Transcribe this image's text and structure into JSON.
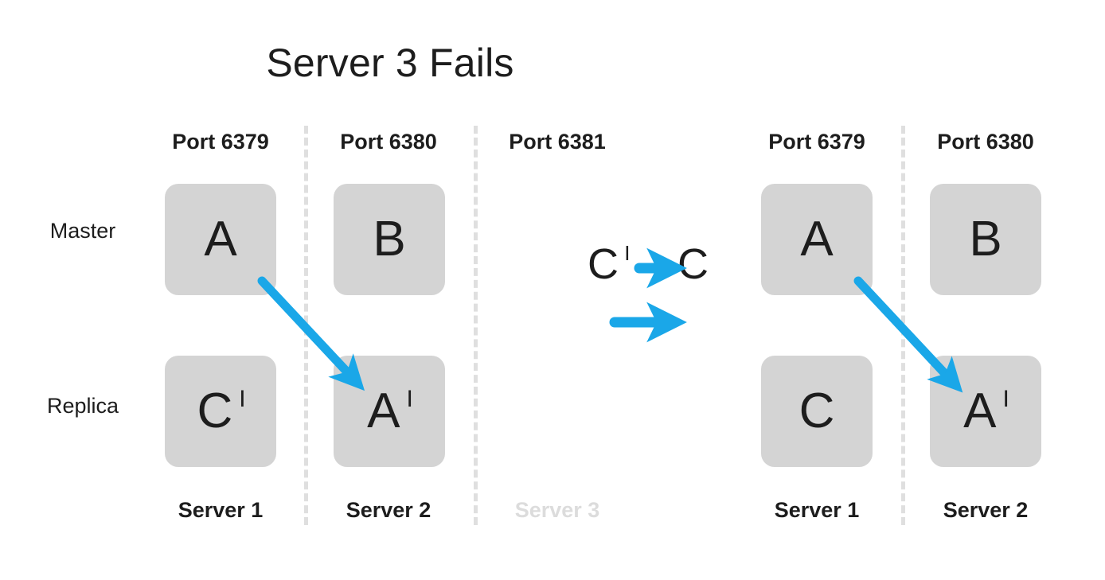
{
  "title": "Server 3 Fails",
  "colors": {
    "arrow": "#1aa7e8",
    "box_fill": "#d4d4d4",
    "text": "#1d1d1d",
    "divider": "#dfdfdf",
    "dim_text": "#dcdcdc",
    "background": "#ffffff"
  },
  "row_labels": {
    "master": "Master",
    "replica": "Replica"
  },
  "left_cluster": {
    "columns": [
      {
        "port": "Port 6379",
        "server": "Server 1",
        "server_dimmed": false,
        "master": {
          "letter": "A",
          "prime": false
        },
        "replica": {
          "letter": "C",
          "prime": true
        }
      },
      {
        "port": "Port 6380",
        "server": "Server 2",
        "server_dimmed": false,
        "master": {
          "letter": "B",
          "prime": false
        },
        "replica": {
          "letter": "A",
          "prime": true
        }
      },
      {
        "port": "Port 6381",
        "server": "Server 3",
        "server_dimmed": true,
        "master": null,
        "replica": null
      }
    ]
  },
  "right_cluster": {
    "columns": [
      {
        "port": "Port 6379",
        "server": "Server 1",
        "server_dimmed": false,
        "master": {
          "letter": "A",
          "prime": false
        },
        "replica": {
          "letter": "C",
          "prime": false
        }
      },
      {
        "port": "Port 6380",
        "server": "Server 2",
        "server_dimmed": false,
        "master": {
          "letter": "B",
          "prime": false
        },
        "replica": {
          "letter": "A",
          "prime": true
        }
      }
    ]
  },
  "transition": {
    "from_letter": "C",
    "from_prime": true,
    "to_letter": "C",
    "to_prime": false,
    "arrow_label": "promote-arrow"
  },
  "chart_data": {
    "type": "diagram",
    "title": "Server 3 Fails",
    "description": "Redis cluster failover diagram: before state (left) and after state (right), separated by a transition arrow.",
    "rows": [
      "Master",
      "Replica"
    ],
    "before": {
      "nodes": [
        {
          "server": "Server 1",
          "port": "Port 6379",
          "master": "A",
          "replica": "C'"
        },
        {
          "server": "Server 2",
          "port": "Port 6380",
          "master": "B",
          "replica": "A'"
        },
        {
          "server": "Server 3",
          "port": "Port 6381",
          "master": "",
          "replica": "",
          "failed": true
        }
      ]
    },
    "after": {
      "nodes": [
        {
          "server": "Server 1",
          "port": "Port 6379",
          "master": "A",
          "replica": "C"
        },
        {
          "server": "Server 2",
          "port": "Port 6380",
          "master": "B",
          "replica": "A'"
        }
      ]
    },
    "annotations": [
      "C' -> C"
    ],
    "replication_links": [
      {
        "from": "Server 1 Master A",
        "to": "Server 2 Replica A'",
        "cluster": "before"
      },
      {
        "from": "Server 1 Master A",
        "to": "Server 2 Replica A'",
        "cluster": "after"
      }
    ]
  }
}
